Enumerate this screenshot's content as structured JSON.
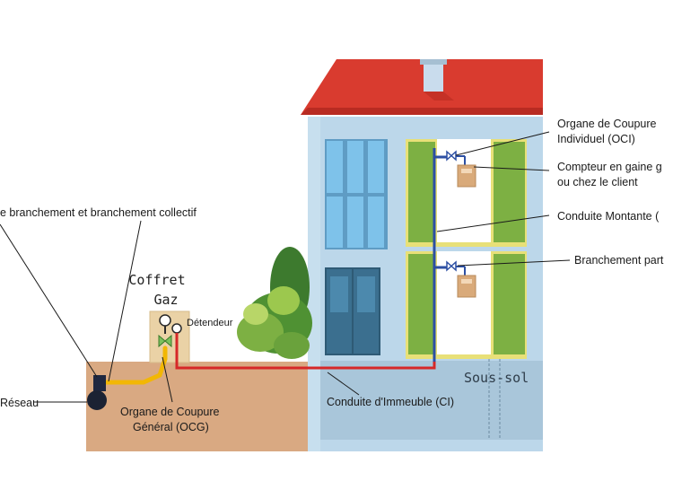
{
  "labels": {
    "oci_line1": "Organe de Coupure",
    "oci_line2": "Individuel (OCI)",
    "compteur_line1": "Compteur en gaine g",
    "compteur_line2": "ou chez le client",
    "conduite_montante": "Conduite Montante (",
    "branchement_particulier": "Branchement part",
    "branchement_collectif": "e branchement et branchement collectif",
    "coffret_line1": "Coffret",
    "coffret_line2": "Gaz",
    "detendeur": "Détendeur",
    "reseau": "Réseau",
    "ocg_line1": "Organe de Coupure",
    "ocg_line2": "Général (OCG)",
    "conduite_immeuble": "Conduite d'Immeuble (CI)",
    "sous_sol": "Sous-sol"
  },
  "colors": {
    "roof": "#d93b2f",
    "wall": "#bcd7ea",
    "ground": "#d9a982",
    "basement": "#a9c6da",
    "green_panel": "#7db043",
    "yellow_border": "#e8e078",
    "gas_pipe_red": "#d62828",
    "gas_pipe_yellow": "#f2b705",
    "riser_blue": "#2c4fa3",
    "window": "#7ec2ea",
    "door": "#3b6f8f",
    "meter": "#d9aa7a"
  }
}
